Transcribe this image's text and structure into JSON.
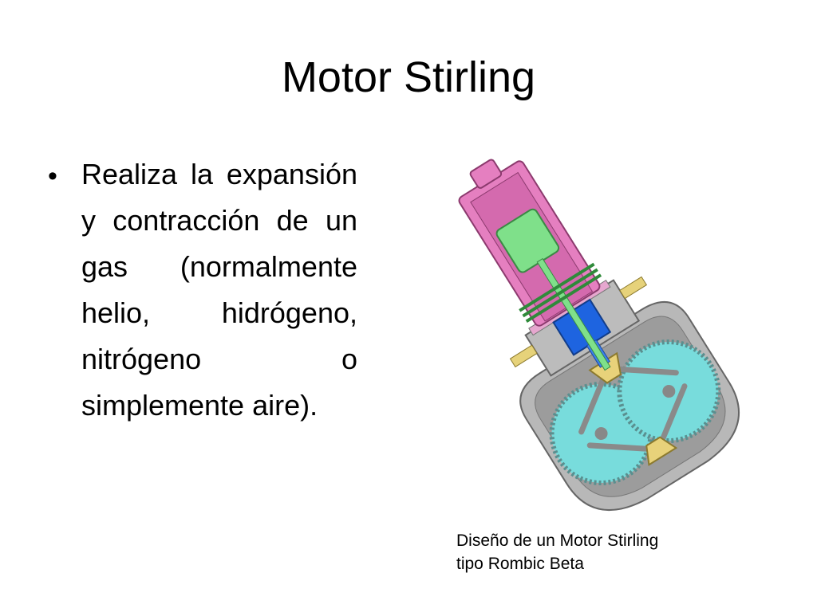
{
  "slide": {
    "title": "Motor Stirling",
    "bullets": [
      "Realiza la expansión y contracción de un gas (normalmente helio, hidrógeno, nitrógeno o simplemente aire)."
    ],
    "figure": {
      "caption_line1": "Diseño de un Motor Stirling",
      "caption_line2": "tipo Rombic Beta"
    }
  },
  "colors": {
    "cylinder": "#e57fc0",
    "displacer": "#7fe08a",
    "piston": "#1e64e0",
    "housing": "#a8a8a8",
    "gear": "#78dcdc",
    "linkage": "#e8d27a"
  }
}
